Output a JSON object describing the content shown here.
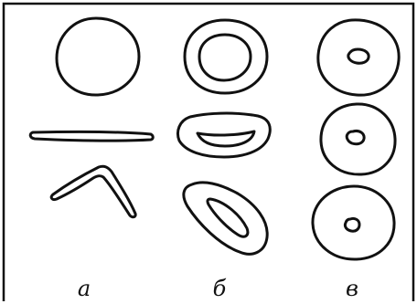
{
  "figure": {
    "columns": [
      {
        "label": "а"
      },
      {
        "label": "б"
      },
      {
        "label": "в"
      }
    ]
  }
}
